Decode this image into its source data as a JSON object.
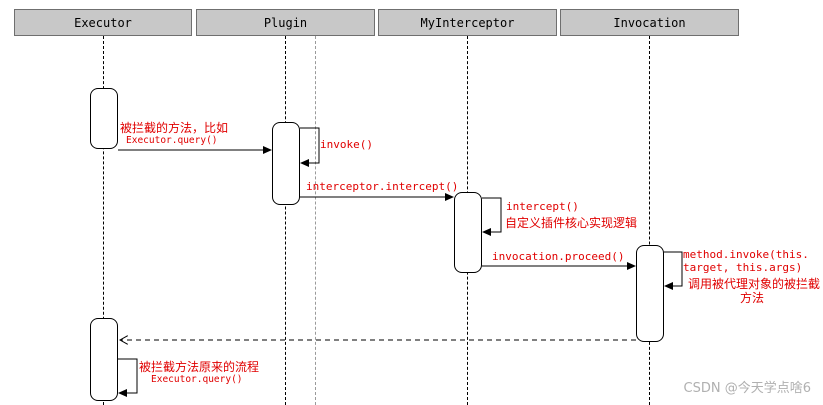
{
  "lanes": [
    {
      "name": "Executor"
    },
    {
      "name": "Plugin"
    },
    {
      "name": "MyInterceptor"
    },
    {
      "name": "Invocation"
    }
  ],
  "messages": {
    "m1_cn": "被拦截的方法，比如",
    "m1_code": "Executor.query()",
    "m2": "invoke()",
    "m3": "interceptor.intercept()",
    "m4_code": "intercept()",
    "m4_cn": "自定义插件核心实现逻辑",
    "m5": "invocation.proceed()",
    "m6_line1": "method.invoke(this.",
    "m6_line2": "target, this.args)",
    "m6_cn1": "调用被代理对象的被拦截",
    "m6_cn2": "方法",
    "m7_cn": "被拦截方法原来的流程",
    "m7_code": "Executor.query()"
  },
  "watermark": "CSDN @今天学点啥6",
  "colors": {
    "message_text": "#e00000",
    "header_bg": "#c8c8c8"
  }
}
